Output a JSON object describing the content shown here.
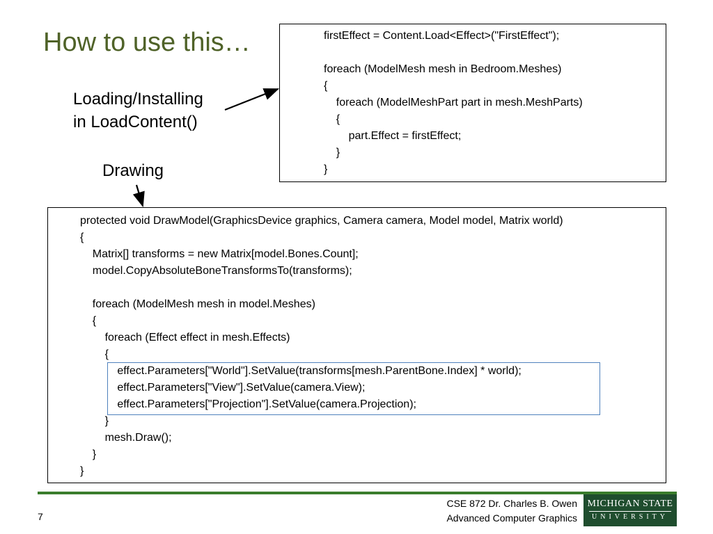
{
  "slide": {
    "title": "How to use this…",
    "labels": {
      "loading_line1": "Loading/Installing",
      "loading_line2": "in LoadContent()",
      "drawing": "Drawing"
    }
  },
  "code_top": [
    "firstEffect = Content.Load<Effect>(\"FirstEffect\");",
    "",
    "foreach (ModelMesh mesh in Bedroom.Meshes)",
    "{",
    "    foreach (ModelMeshPart part in mesh.MeshParts)",
    "    {",
    "        part.Effect = firstEffect;",
    "    }",
    "}"
  ],
  "code_bottom": [
    "protected void DrawModel(GraphicsDevice graphics, Camera camera, Model model, Matrix world)",
    "{",
    "    Matrix[] transforms = new Matrix[model.Bones.Count];",
    "    model.CopyAbsoluteBoneTransformsTo(transforms);",
    "",
    "    foreach (ModelMesh mesh in model.Meshes)",
    "    {",
    "        foreach (Effect effect in mesh.Effects)",
    "        {",
    "            effect.Parameters[\"World\"].SetValue(transforms[mesh.ParentBone.Index] * world);",
    "            effect.Parameters[\"View\"].SetValue(camera.View);",
    "            effect.Parameters[\"Projection\"].SetValue(camera.Projection);",
    "        }",
    "        mesh.Draw();",
    "    }",
    "}"
  ],
  "footer": {
    "course": "CSE 872 Dr. Charles B. Owen",
    "subject": "Advanced Computer Graphics",
    "page_number": "7",
    "logo_line1": "MICHIGAN STATE",
    "logo_line2": "UNIVERSITY"
  }
}
